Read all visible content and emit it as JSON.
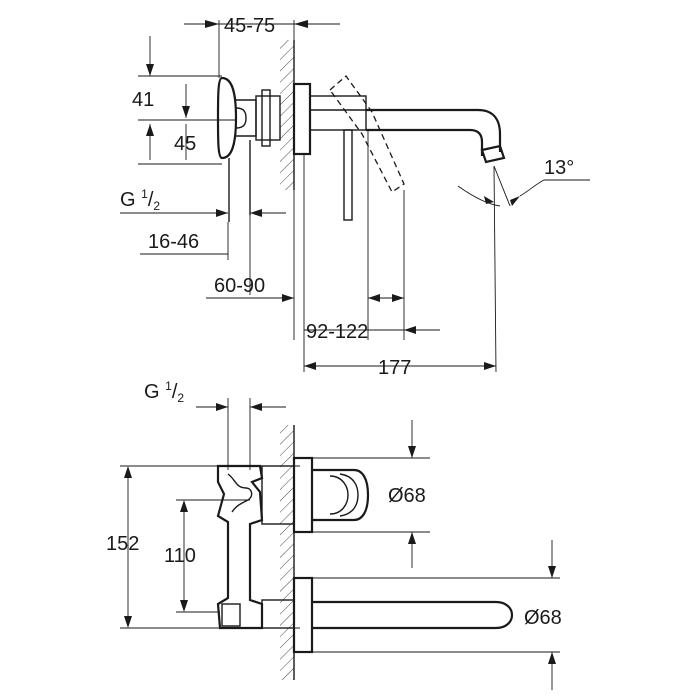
{
  "dimensions": {
    "wall_offset_range": "45-75",
    "rosette_top": "41",
    "rosette_mid": "45",
    "thread_top": {
      "main": "G ",
      "sup": "1",
      "slash": "/",
      "sub": "2"
    },
    "thread_bottom": {
      "main": "G ",
      "sup": "1",
      "slash": "/",
      "sub": "2"
    },
    "body_range": "16-46",
    "spout_range": "60-90",
    "lever_range": "92-122",
    "spout_length": "177",
    "spout_angle": "13°",
    "body_height": "152",
    "axis_spacing": "110",
    "rosette_diameter_top": "Ø68",
    "rosette_diameter_bottom": "Ø68"
  }
}
